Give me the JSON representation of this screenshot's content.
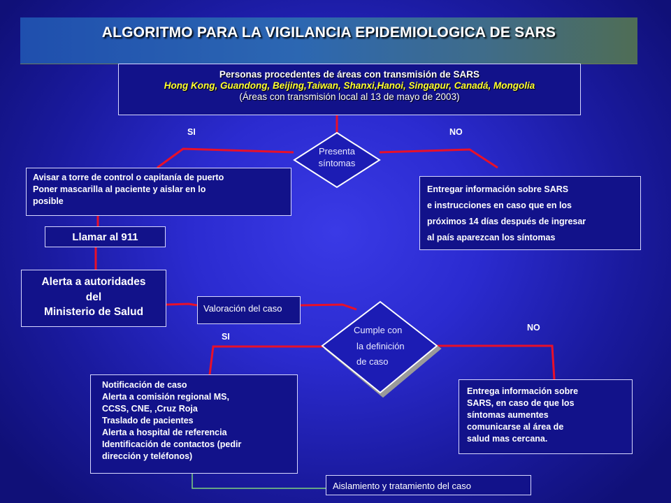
{
  "title": "ALGORITMO PARA LA VIGILANCIA EPIDEMIOLOGICA DE SARS",
  "header": {
    "line1": "Personas procedentes de áreas con transmisión de SARS",
    "line2": "Hong Kong, Guandong, Beijing,Taiwan,  Shanxi,Hanoi, Singapur, Canadá, Mongolia",
    "line3": "(Áreas con transmisión local al 13 de mayo de 2003)"
  },
  "decision1": {
    "line1": "Presenta",
    "line2": "síntomas",
    "yes": "SI",
    "no": "NO"
  },
  "yes_box1": {
    "line1": "Avisar a torre de control o capitanía de puerto",
    "line2": "Poner mascarilla al paciente y aislar en lo",
    "line3": "posible"
  },
  "no_box1": {
    "line1": "Entregar información sobre SARS",
    "line2": "e instrucciones en caso que en los",
    "line3": "próximos 14 días después de ingresar",
    "line4": "al país aparezcan los síntomas"
  },
  "call_box": "Llamar al 911",
  "alert_box": {
    "line1": "Alerta a autoridades",
    "line2": "del",
    "line3": "Ministerio de Salud"
  },
  "valuation_box": "Valoración del caso",
  "decision2": {
    "line1": "Cumple con",
    "line2": "la definición",
    "line3": "de caso",
    "yes": "SI",
    "no": "NO"
  },
  "notification_box": {
    "line1": "Notificación de caso",
    "line2": "Alerta a comisión regional MS,",
    "line3": "CCSS, CNE, ,Cruz Roja",
    "line4": "Traslado de pacientes",
    "line5": "Alerta a hospital de referencia",
    "line6": "Identificación de contactos (pedir",
    "line7": "dirección y teléfonos)"
  },
  "no_box2": {
    "line1": "Entrega información sobre",
    "line2": "SARS, en caso de que los",
    "line3": "síntomas aumentes",
    "line4": "comunicarse al área de",
    "line5": "salud mas cercana."
  },
  "isolation_box": "Aislamiento y tratamiento del caso",
  "colors": {
    "connector": "#e8102a",
    "connector_green": "#7fd37f",
    "title_text": "#ffffff",
    "highlight_text": "#ffff33"
  }
}
